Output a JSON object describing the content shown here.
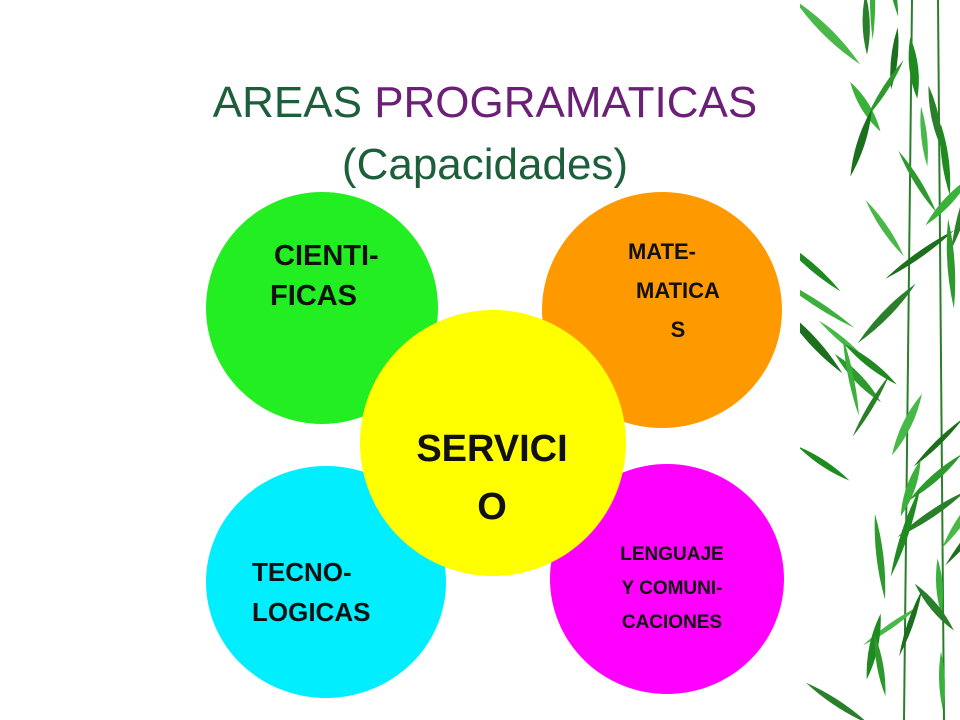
{
  "title": {
    "word_green": "AREAS",
    "word_purple": "PROGRAMATICAS",
    "subtitle": "(Capacidades)"
  },
  "circles": {
    "cientificas": {
      "lines": [
        "CIENTI-",
        "FICAS"
      ],
      "color": "#22ee22"
    },
    "matematicas": {
      "lines": [
        "MATE-",
        "MATICA",
        "S"
      ],
      "color": "#ff9900"
    },
    "tecnologicas": {
      "lines": [
        "TECNO-",
        "LOGICAS"
      ],
      "color": "#00eeff"
    },
    "lenguaje": {
      "lines": [
        "LENGUAJE",
        "Y COMUNI-",
        "CACIONES"
      ],
      "color": "#ff00ff"
    },
    "servicio": {
      "lines": [
        "SERVICI",
        "O"
      ],
      "color": "#ffff00"
    }
  },
  "colors": {
    "title_green": "#1d5f3a",
    "title_purple": "#6b1f77",
    "bamboo_green": "#2e9a2e"
  },
  "icons": {
    "decoration": "bamboo-leaves"
  }
}
